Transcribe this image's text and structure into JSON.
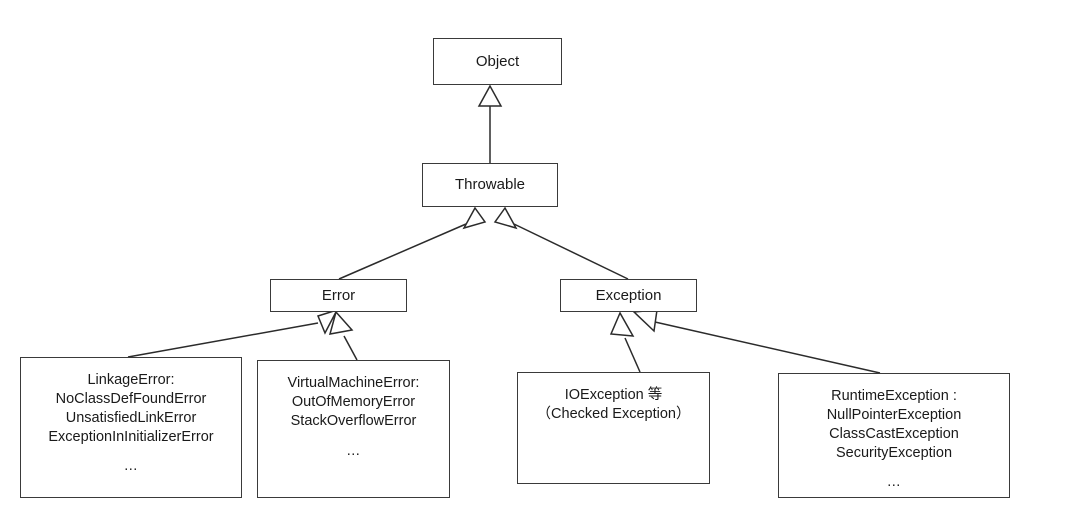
{
  "diagram": {
    "title": "Java Throwable class hierarchy",
    "style": {
      "background": "#ffffff",
      "box_border_color": "#3a3a3a",
      "line_color": "#2b2b2b",
      "text_color": "#1a1a1a",
      "arrow_fill": "#ffffff"
    },
    "nodes": {
      "object": {
        "label": "Object"
      },
      "throwable": {
        "label": "Throwable"
      },
      "error": {
        "label": "Error"
      },
      "exception": {
        "label": "Exception"
      },
      "linkage_error": {
        "lines": [
          "LinkageError:",
          "NoClassDefFoundError",
          "UnsatisfiedLinkError",
          "ExceptionInInitializerError"
        ],
        "ellipsis": "..."
      },
      "vm_error": {
        "lines": [
          "VirtualMachineError:",
          "OutOfMemoryError",
          "StackOverflowError"
        ],
        "ellipsis": "..."
      },
      "io_exception": {
        "lines": [
          "IOException 等",
          "（Checked Exception）"
        ],
        "ellipsis": ""
      },
      "runtime_exception": {
        "lines": [
          "RuntimeException :",
          "NullPointerException",
          "ClassCastException",
          "SecurityException"
        ],
        "ellipsis": "..."
      }
    },
    "edges": [
      {
        "from": "throwable",
        "to": "object",
        "kind": "generalization"
      },
      {
        "from": "error",
        "to": "throwable",
        "kind": "generalization"
      },
      {
        "from": "exception",
        "to": "throwable",
        "kind": "generalization"
      },
      {
        "from": "linkage_error",
        "to": "error",
        "kind": "generalization"
      },
      {
        "from": "vm_error",
        "to": "error",
        "kind": "generalization"
      },
      {
        "from": "io_exception",
        "to": "exception",
        "kind": "generalization"
      },
      {
        "from": "runtime_exception",
        "to": "exception",
        "kind": "generalization"
      }
    ]
  }
}
